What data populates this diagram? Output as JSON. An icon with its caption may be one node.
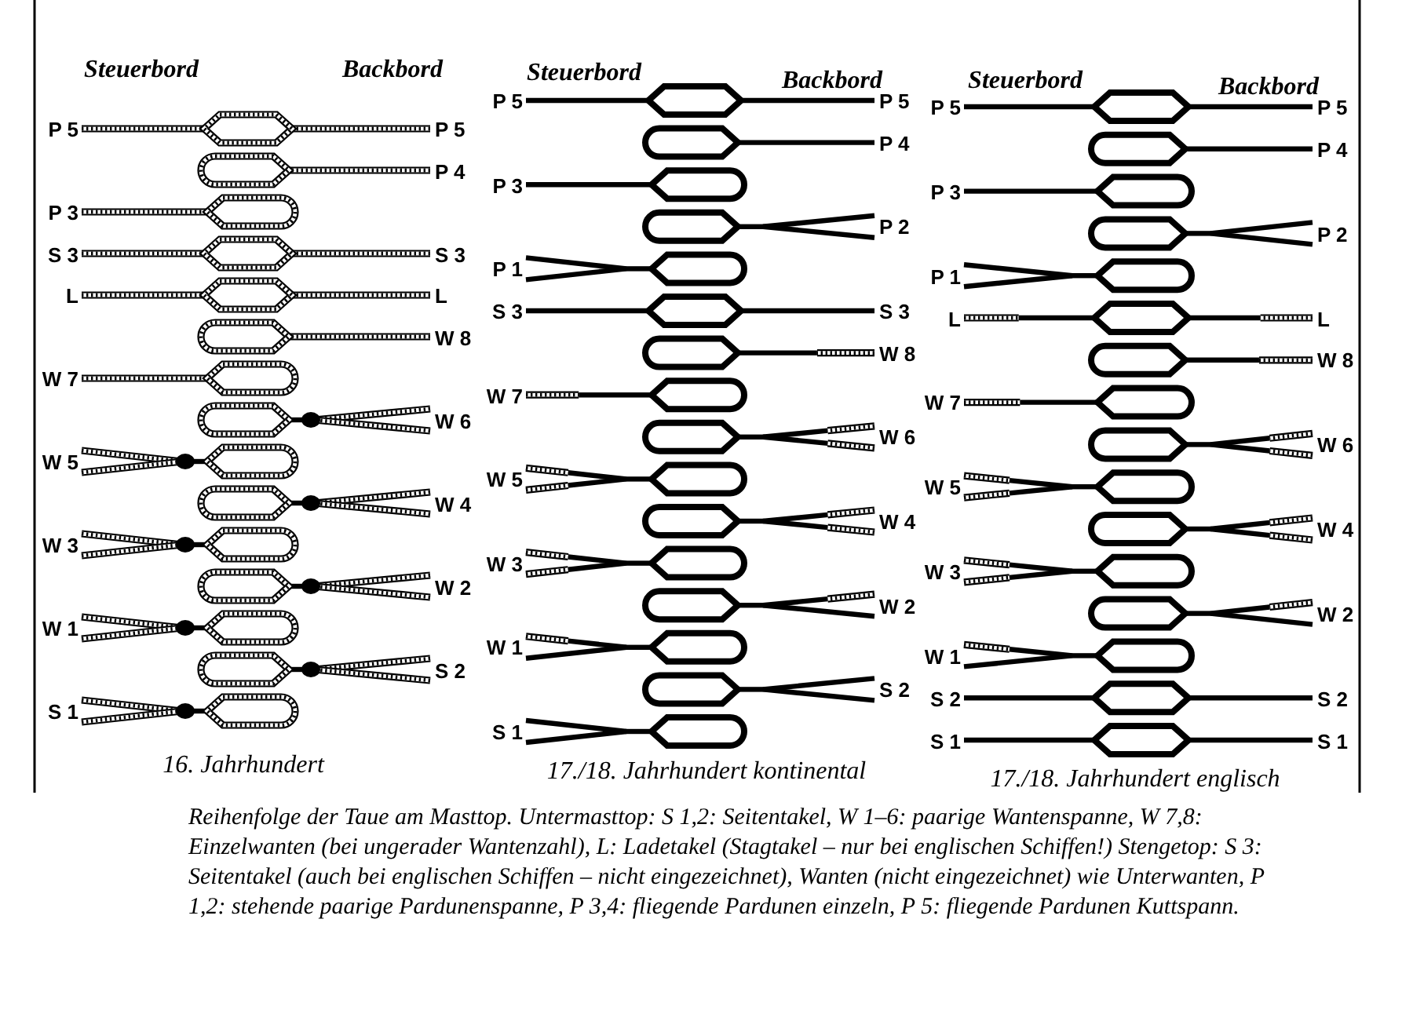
{
  "diagram": {
    "caption": "Reihenfolge der Taue am Masttop. Untermasttop: S 1,2: Seitentakel, W 1–6: paarige Wantenspanne, W 7,8: Einzelwanten (bei ungerader Wantenzahl), L: Ladetakel (Stagtakel – nur bei englischen Schiffen!) Stengetop: S 3: Seitentakel (auch bei englischen Schiffen – nicht eingezeichnet), Wanten (nicht eingezeichnet) wie Unterwanten, P 1,2: stehende paarige Pardunenspanne, P 3,4: fliegende Pardunen einzeln, P 5: fliegende Pardunen Kuttspann.",
    "labels": [
      "Steuerbord",
      "Backbord",
      "P 5",
      "P 5",
      "P 4",
      "P 3",
      "S 3",
      "S 3",
      "L",
      "L",
      "W 8",
      "W 7",
      "W 6",
      "W 5",
      "W 4",
      "W 3",
      "W 2",
      "W 1",
      "S 2",
      "S 1",
      "16. Jahrhundert",
      "Steuerbord",
      "Backbord",
      "P 5",
      "P 5",
      "P 4",
      "P 3",
      "P 2",
      "P 1",
      "S 3",
      "S 3",
      "W 8",
      "W 7",
      "W 6",
      "W 5",
      "W 4",
      "W 3",
      "W 2",
      "W 1",
      "S 2",
      "S 1",
      "17./18. Jahrhundert kontinental",
      "Steuerbord",
      "Backbord",
      "P 5",
      "P 5",
      "P 4",
      "P 3",
      "P 2",
      "P 1",
      "L",
      "L",
      "W 8",
      "W 7",
      "W 6",
      "W 5",
      "W 4",
      "W 3",
      "W 2",
      "W 1",
      "S 2",
      "S 2",
      "S 1",
      "S 1",
      "17./18. Jahrhundert englisch"
    ]
  }
}
